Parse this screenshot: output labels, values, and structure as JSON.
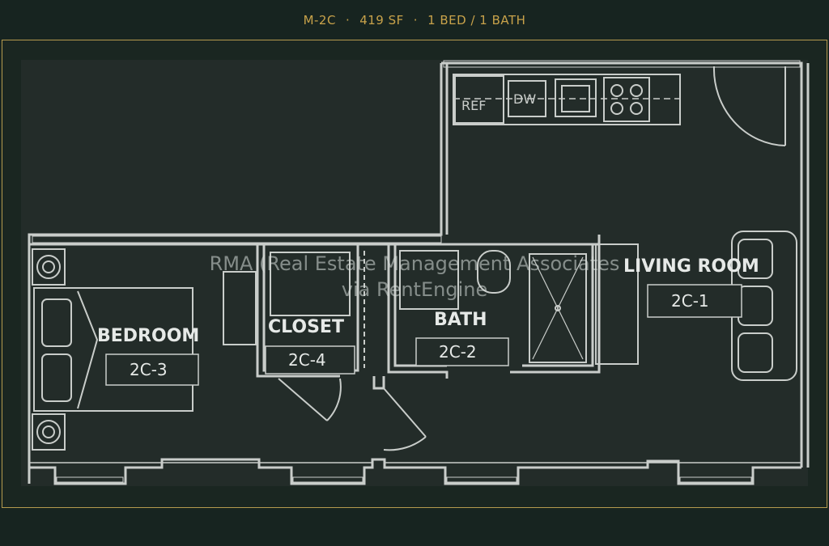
{
  "header": {
    "unit": "M-2C",
    "sep": "·",
    "area": "419 SF",
    "beds_baths": "1 BED / 1 BATH"
  },
  "plan": {
    "rooms": {
      "bedroom": {
        "name": "BEDROOM",
        "code": "2C-3"
      },
      "closet": {
        "name": "CLOSET",
        "code": "2C-4"
      },
      "bath": {
        "name": "BATH",
        "code": "2C-2"
      },
      "living": {
        "name": "LIVING ROOM",
        "code": "2C-1"
      }
    },
    "appliances": {
      "ref": "REF",
      "dw": "DW"
    }
  },
  "watermark": {
    "line1": "RMA (Real Estate Management Associates",
    "line2": "via RentEngine"
  },
  "colors": {
    "background": "#172420",
    "plan_fill": "#232c29",
    "wall": "#c9cdca",
    "accent_gold": "#c8a24a"
  }
}
